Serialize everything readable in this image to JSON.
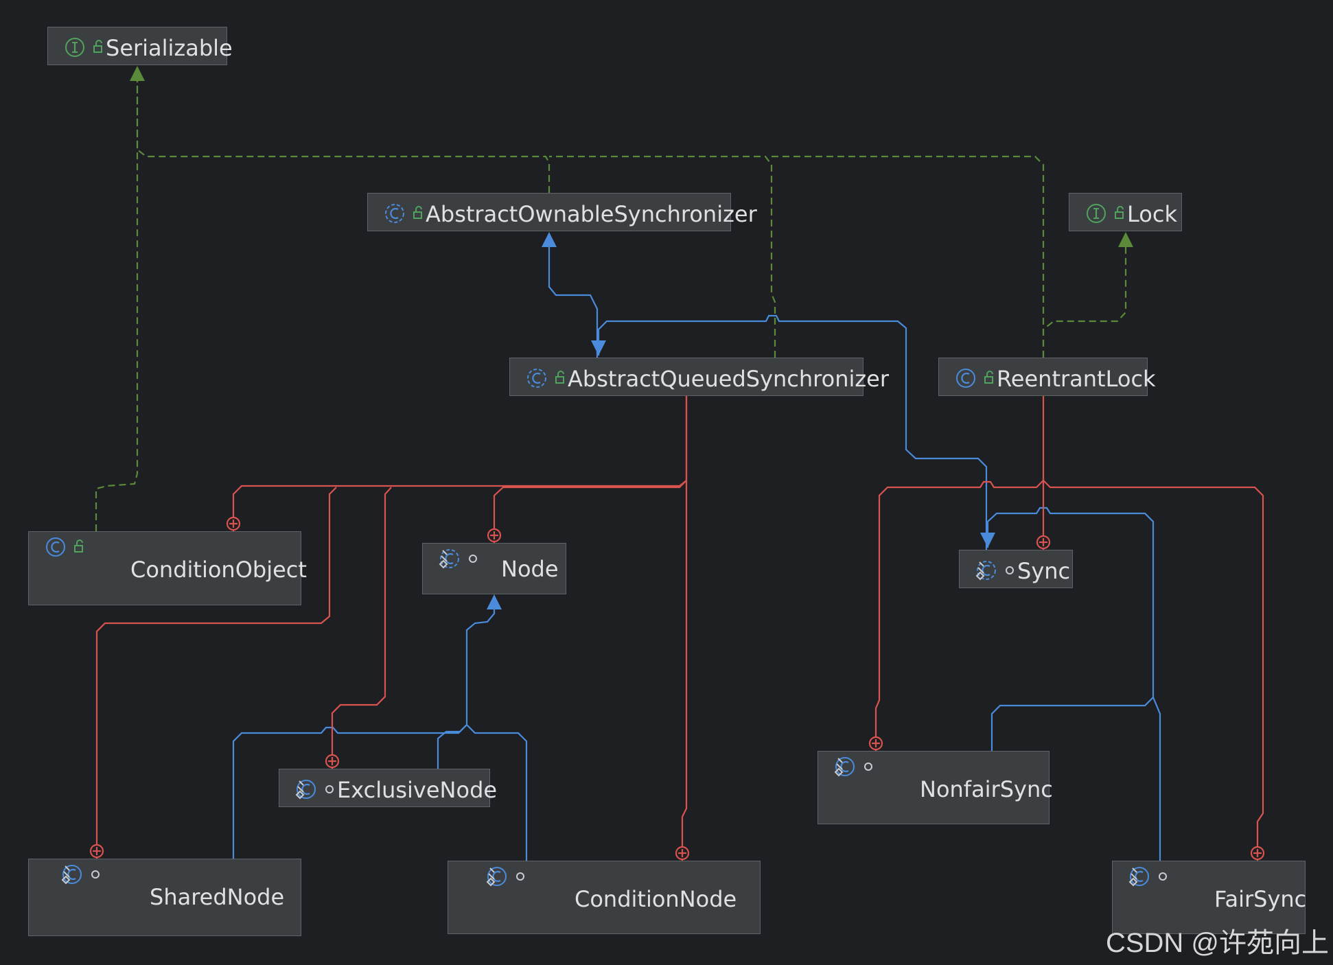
{
  "diagram": {
    "nodes": [
      {
        "id": "Serializable",
        "label": "Serializable",
        "kind": "interface",
        "icon": "interface-icon",
        "access": "public"
      },
      {
        "id": "AbstractOwnableSynchronizer",
        "label": "AbstractOwnableSynchronizer",
        "kind": "abstract-class",
        "icon": "abstract-class-icon",
        "access": "public"
      },
      {
        "id": "Lock",
        "label": "Lock",
        "kind": "interface",
        "icon": "interface-icon",
        "access": "public"
      },
      {
        "id": "AbstractQueuedSynchronizer",
        "label": "AbstractQueuedSynchronizer",
        "kind": "abstract-class",
        "icon": "abstract-class-icon",
        "access": "public"
      },
      {
        "id": "ReentrantLock",
        "label": "ReentrantLock",
        "kind": "class",
        "icon": "class-icon",
        "access": "public"
      },
      {
        "id": "ConditionObject",
        "label": "ConditionObject",
        "kind": "class",
        "icon": "class-icon",
        "access": "public"
      },
      {
        "id": "Node",
        "label": "Node",
        "kind": "static-abstract-class",
        "icon": "static-abstract-class-icon",
        "access": "package"
      },
      {
        "id": "Sync",
        "label": "Sync",
        "kind": "static-abstract-class",
        "icon": "static-abstract-class-icon",
        "access": "package"
      },
      {
        "id": "ExclusiveNode",
        "label": "ExclusiveNode",
        "kind": "static-class",
        "icon": "static-class-icon",
        "access": "package"
      },
      {
        "id": "NonfairSync",
        "label": "NonfairSync",
        "kind": "static-class",
        "icon": "static-class-icon",
        "access": "package"
      },
      {
        "id": "SharedNode",
        "label": "SharedNode",
        "kind": "static-class",
        "icon": "static-class-icon",
        "access": "package"
      },
      {
        "id": "ConditionNode",
        "label": "ConditionNode",
        "kind": "static-class",
        "icon": "static-class-icon",
        "access": "package"
      },
      {
        "id": "FairSync",
        "label": "FairSync",
        "kind": "static-class",
        "icon": "static-class-icon",
        "access": "package"
      }
    ],
    "edges": [
      {
        "from": "ConditionObject",
        "to": "Serializable",
        "type": "implements"
      },
      {
        "from": "AbstractOwnableSynchronizer",
        "to": "Serializable",
        "type": "implements"
      },
      {
        "from": "AbstractQueuedSynchronizer",
        "to": "Serializable",
        "type": "implements"
      },
      {
        "from": "ReentrantLock",
        "to": "Serializable",
        "type": "implements"
      },
      {
        "from": "ReentrantLock",
        "to": "Lock",
        "type": "implements"
      },
      {
        "from": "AbstractQueuedSynchronizer",
        "to": "AbstractOwnableSynchronizer",
        "type": "extends"
      },
      {
        "from": "Sync",
        "to": "AbstractQueuedSynchronizer",
        "type": "extends"
      },
      {
        "from": "ExclusiveNode",
        "to": "Node",
        "type": "extends"
      },
      {
        "from": "SharedNode",
        "to": "Node",
        "type": "extends"
      },
      {
        "from": "ConditionNode",
        "to": "Node",
        "type": "extends"
      },
      {
        "from": "NonfairSync",
        "to": "Sync",
        "type": "extends"
      },
      {
        "from": "FairSync",
        "to": "Sync",
        "type": "extends"
      },
      {
        "from": "AbstractQueuedSynchronizer",
        "to": "ConditionObject",
        "type": "inner"
      },
      {
        "from": "AbstractQueuedSynchronizer",
        "to": "Node",
        "type": "inner"
      },
      {
        "from": "AbstractQueuedSynchronizer",
        "to": "ExclusiveNode",
        "type": "inner"
      },
      {
        "from": "AbstractQueuedSynchronizer",
        "to": "SharedNode",
        "type": "inner"
      },
      {
        "from": "AbstractQueuedSynchronizer",
        "to": "ConditionNode",
        "type": "inner"
      },
      {
        "from": "ReentrantLock",
        "to": "Sync",
        "type": "inner"
      },
      {
        "from": "ReentrantLock",
        "to": "NonfairSync",
        "type": "inner"
      },
      {
        "from": "ReentrantLock",
        "to": "FairSync",
        "type": "inner"
      }
    ]
  },
  "colors": {
    "background": "#1e1f22",
    "node_fill": "#3c3f41",
    "node_border": "#5f6369",
    "text": "#dfe1e5",
    "implements": "#5a8a3a",
    "extends": "#4a8bdc",
    "inner": "#d9534f",
    "interface_icon": "#4fa35d",
    "class_icon": "#4a8bdc"
  },
  "watermark": "CSDN @许苑向上"
}
